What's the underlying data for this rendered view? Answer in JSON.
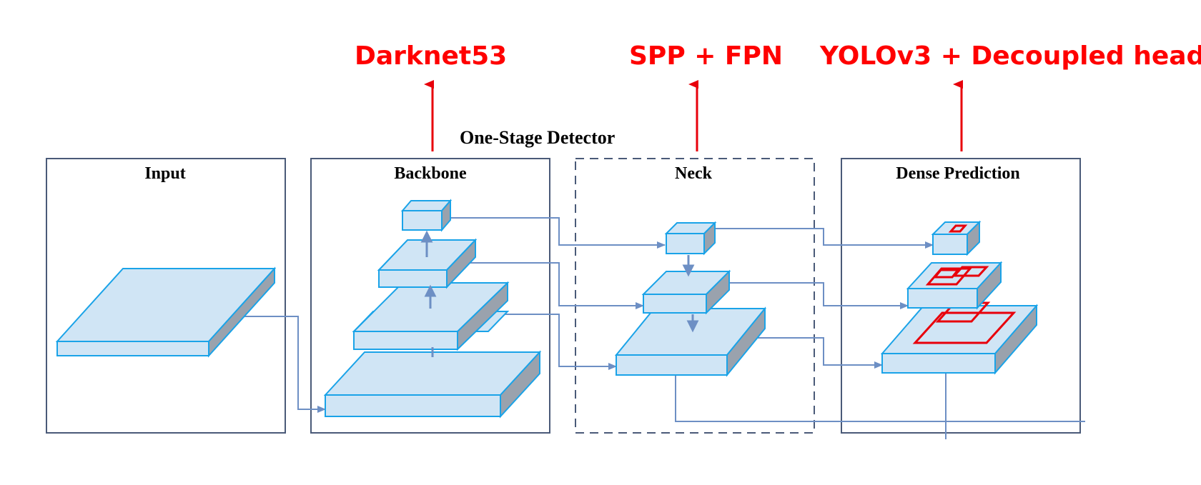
{
  "top_labels": {
    "backbone": "Darknet53",
    "neck": "SPP + FPN",
    "head": "YOLOv3 + Decoupled head"
  },
  "caption": "One-Stage Detector",
  "panels": {
    "input": "Input",
    "backbone": "Backbone",
    "neck": "Neck",
    "dense": "Dense Prediction"
  },
  "colors": {
    "label_red": "#ff0000",
    "arrow_red": "#e8000b",
    "panel_border": "#4a5a78",
    "box_fill": "#d0e5f5",
    "box_edge": "#1aa3e8",
    "box_side": "#9aa2ad",
    "connector": "#6d8fc4",
    "prediction_box": "#e8000b"
  },
  "icons": {
    "feature_map": "3d-slab",
    "arrow": "arrow-up"
  }
}
